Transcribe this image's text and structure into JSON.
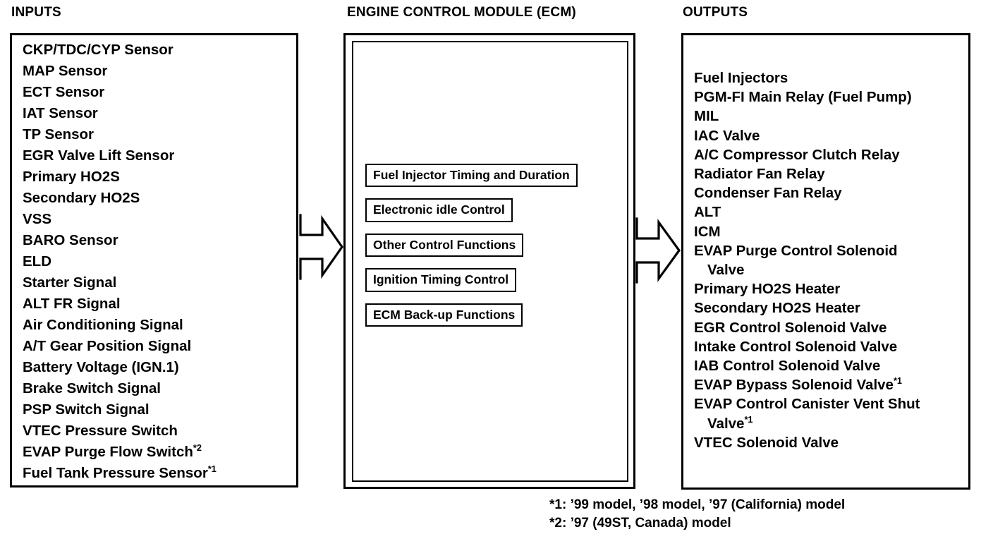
{
  "headings": {
    "inputs": "INPUTS",
    "ecm": "ENGINE CONTROL MODULE (ECM)",
    "outputs": "OUTPUTS"
  },
  "inputs": {
    "items": [
      "CKP/TDC/CYP Sensor",
      "MAP Sensor",
      "ECT Sensor",
      "IAT Sensor",
      "TP Sensor",
      "EGR Valve Lift Sensor",
      "Primary HO2S",
      "Secondary HO2S",
      "VSS",
      "BARO Sensor",
      "ELD",
      "Starter Signal",
      "ALT FR Signal",
      "Air Conditioning Signal",
      "A/T Gear Position Signal",
      "Battery Voltage (IGN.1)",
      "Brake Switch Signal",
      "PSP Switch Signal",
      "VTEC Pressure Switch",
      "EVAP Purge Flow Switch",
      "Fuel Tank Pressure Sensor"
    ],
    "item_notes": [
      "",
      "",
      "",
      "",
      "",
      "",
      "",
      "",
      "",
      "",
      "",
      "",
      "",
      "",
      "",
      "",
      "",
      "",
      "",
      "*2",
      "*1"
    ]
  },
  "ecm": {
    "functions": [
      "Fuel Injector Timing and Duration",
      "Electronic idle Control",
      "Other Control Functions",
      "Ignition Timing Control",
      "ECM Back-up Functions"
    ]
  },
  "outputs": {
    "items": [
      "Fuel Injectors",
      "PGM-FI Main Relay (Fuel Pump)",
      "MIL",
      "IAC Valve",
      "A/C Compressor Clutch Relay",
      "Radiator Fan Relay",
      "Condenser Fan Relay",
      "ALT",
      "ICM",
      "EVAP Purge Control Solenoid",
      "Valve",
      "Primary HO2S Heater",
      "Secondary HO2S Heater",
      "EGR Control Solenoid Valve",
      "Intake Control Solenoid Valve",
      "IAB Control Solenoid Valve",
      "EVAP Bypass Solenoid Valve",
      "EVAP Control Canister Vent Shut",
      "Valve",
      "VTEC Solenoid Valve"
    ],
    "item_notes": [
      "",
      "",
      "",
      "",
      "",
      "",
      "",
      "",
      "",
      "",
      "",
      "",
      "",
      "",
      "",
      "",
      "*1",
      "",
      "*1",
      ""
    ],
    "continuation_indices": [
      10,
      18
    ]
  },
  "footnotes": [
    "*1: ’99 model, ’98 model, ’97 (California) model",
    "*2: ’97 (49ST, Canada) model"
  ],
  "colors": {
    "ink": "#000000",
    "paper": "#ffffff"
  }
}
